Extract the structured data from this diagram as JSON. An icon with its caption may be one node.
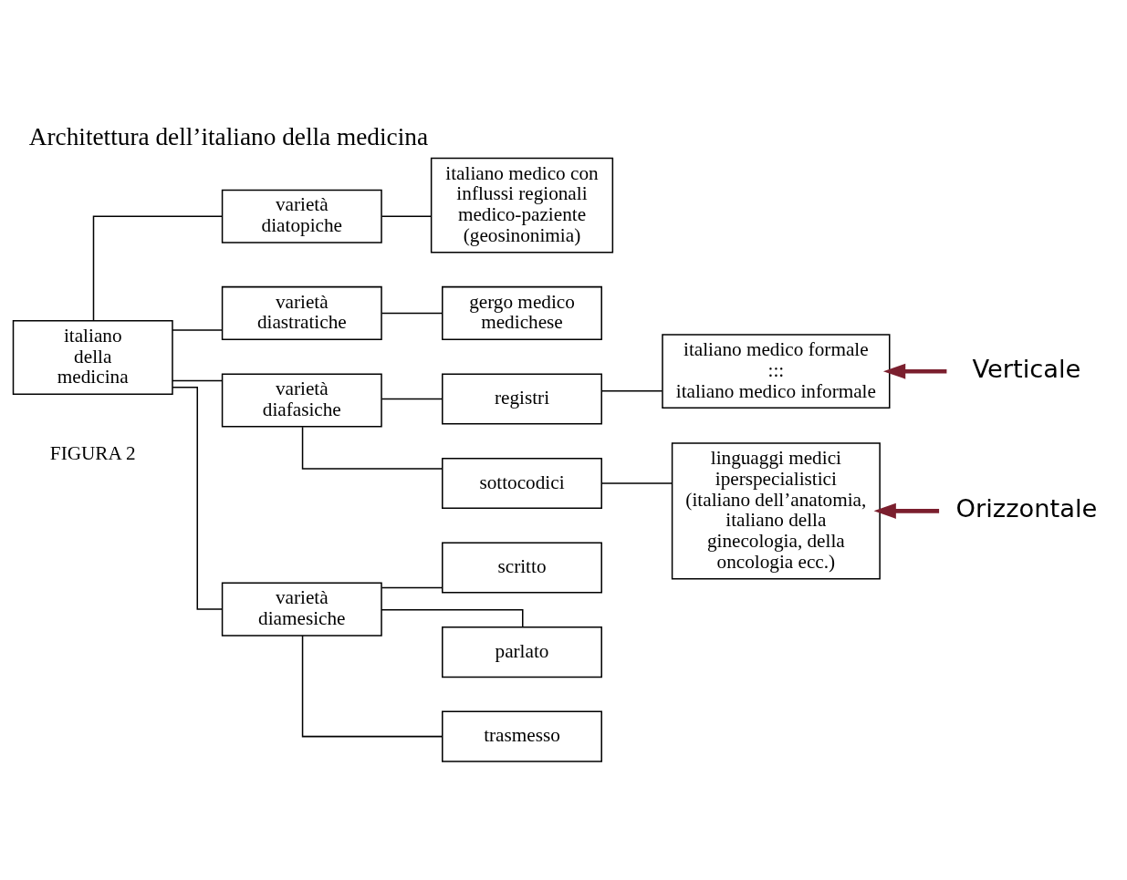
{
  "diagram": {
    "title": "Architettura dell’italiano della medicina",
    "nodes": [
      {
        "text": [
          "italiano della medicina"
        ]
      },
      {
        "text": [
          "varietà diatopiche"
        ]
      },
      {
        "text": [
          "italiano medico con influssi regionali medico-paziente (geosinonimia)"
        ]
      },
      {
        "text": [
          "varietà diastratiche"
        ]
      },
      {
        "text": [
          "gergo medico",
          "medichese"
        ]
      },
      {
        "text": [
          "varietà diafasiche"
        ]
      },
      {
        "text": [
          "registri"
        ]
      },
      {
        "text": [
          "italiano medico formale",
          ":::",
          "italiano medico informale"
        ]
      },
      {
        "text": [
          "sottocodici"
        ]
      },
      {
        "text": [
          "linguaggi medici iperspecialistici",
          "(italiano dell’anatomia, italiano della ginecologia, della oncologia ecc.)"
        ]
      },
      {
        "text": [
          "varietà diamesiche"
        ]
      },
      {
        "text": [
          "scritto"
        ]
      },
      {
        "text": [
          "parlato"
        ]
      },
      {
        "text": [
          "trasmesso"
        ]
      },
      {
        "text": [
          "Verticale"
        ]
      },
      {
        "text": [
          "Orizzontale"
        ]
      }
    ],
    "edges": [
      {
        "from": 0,
        "to": 1,
        "arrow": "none"
      },
      {
        "from": 0,
        "to": 3,
        "arrow": "none"
      },
      {
        "from": 0,
        "to": 5,
        "arrow": "none"
      },
      {
        "from": 0,
        "to": 10,
        "arrow": "none"
      },
      {
        "from": 1,
        "to": 2,
        "arrow": "none"
      },
      {
        "from": 3,
        "to": 4,
        "arrow": "none"
      },
      {
        "from": 5,
        "to": 6,
        "arrow": "none"
      },
      {
        "from": 5,
        "to": 8,
        "arrow": "none"
      },
      {
        "from": 6,
        "to": 7,
        "arrow": "none"
      },
      {
        "from": 8,
        "to": 9,
        "arrow": "none"
      },
      {
        "from": 10,
        "to": 11,
        "arrow": "none"
      },
      {
        "from": 10,
        "to": 12,
        "arrow": "none"
      },
      {
        "from": 10,
        "to": 13,
        "arrow": "none"
      },
      {
        "from": 14,
        "to": 7,
        "arrow": "to",
        "style": "thick",
        "color": "#7b1f2e"
      },
      {
        "from": 15,
        "to": 9,
        "arrow": "to",
        "style": "thick",
        "color": "#7b1f2e"
      }
    ],
    "labels": [
      "FIGURA 2"
    ]
  }
}
